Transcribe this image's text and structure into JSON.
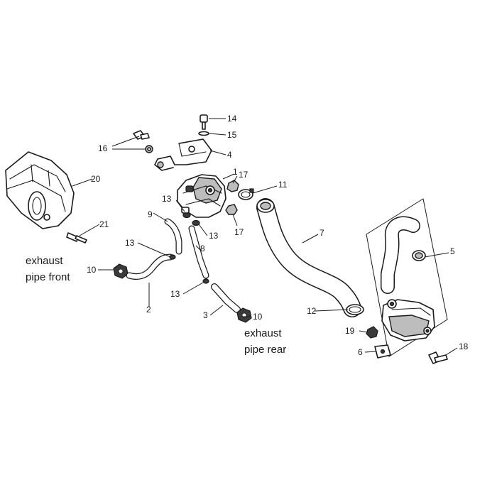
{
  "callouts": {
    "p1": "1",
    "p2": "2",
    "p3": "3",
    "p4": "4",
    "p5": "5",
    "p6": "6",
    "p7": "7",
    "p8": "8",
    "p9": "9",
    "p10a": "10",
    "p10b": "10",
    "p11": "11",
    "p12": "12",
    "p13a": "13",
    "p13b": "13",
    "p13c": "13",
    "p13d": "13",
    "p14": "14",
    "p15": "15",
    "p16": "16",
    "p17a": "17",
    "p17b": "17",
    "p18": "18",
    "p19": "19",
    "p20": "20",
    "p21": "21"
  },
  "captions": {
    "front_line1": "exhaust",
    "front_line2": "pipe front",
    "rear_line1": "exhaust",
    "rear_line2": "pipe rear"
  }
}
